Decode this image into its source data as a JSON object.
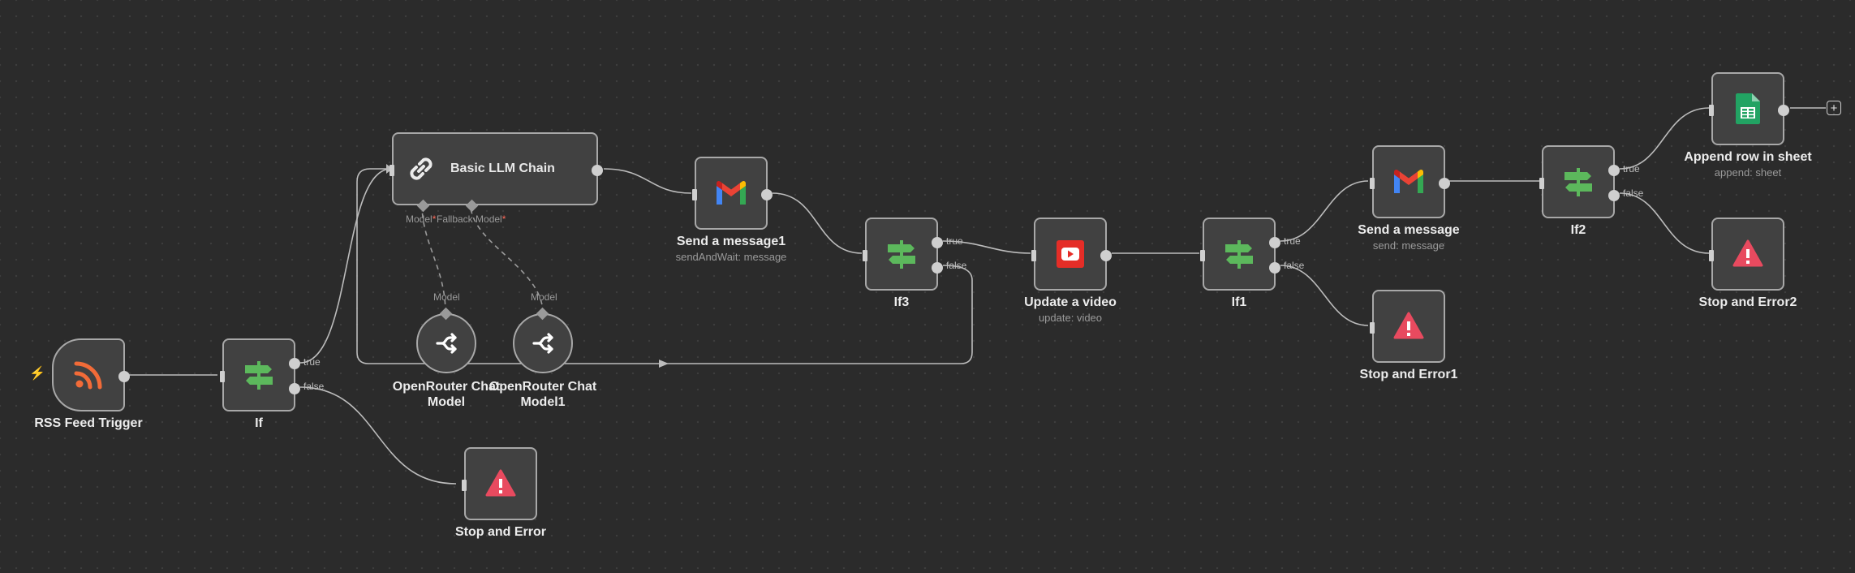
{
  "nodes": {
    "rss": {
      "label": "RSS Feed Trigger"
    },
    "if": {
      "label": "If"
    },
    "llm": {
      "label": "Basic LLM Chain",
      "model_label": "Model",
      "fallback_label": "Fallback Model",
      "required_mark": "*"
    },
    "or1": {
      "label_line1": "OpenRouter Chat",
      "label_line2": "Model",
      "conn_label": "Model"
    },
    "or2": {
      "label_line1": "OpenRouter Chat",
      "label_line2": "Model1",
      "conn_label": "Model"
    },
    "stop": {
      "label": "Stop and Error"
    },
    "send1": {
      "label": "Send a message1",
      "sub": "sendAndWait: message"
    },
    "if3": {
      "label": "If3"
    },
    "video": {
      "label": "Update a video",
      "sub": "update: video"
    },
    "if1": {
      "label": "If1"
    },
    "send": {
      "label": "Send a message",
      "sub": "send: message"
    },
    "stop1": {
      "label": "Stop and Error1"
    },
    "if2": {
      "label": "If2"
    },
    "append": {
      "label": "Append row in sheet",
      "sub": "append: sheet"
    },
    "stop2": {
      "label": "Stop and Error2"
    }
  },
  "branches": {
    "true_label": "true",
    "false_label": "false"
  },
  "add_node_symbol": "+",
  "trigger_symbol": "⚡",
  "colors": {
    "canvas": "#2b2b2b",
    "node_bg": "#414141",
    "node_border": "#a8a8a8",
    "edge": "#bcbcbc",
    "rss_orange": "#f26b38",
    "if_green": "#5cb85c",
    "error_red": "#e84a5f",
    "youtube_red": "#e52d27",
    "sheets_green": "#22a363"
  }
}
